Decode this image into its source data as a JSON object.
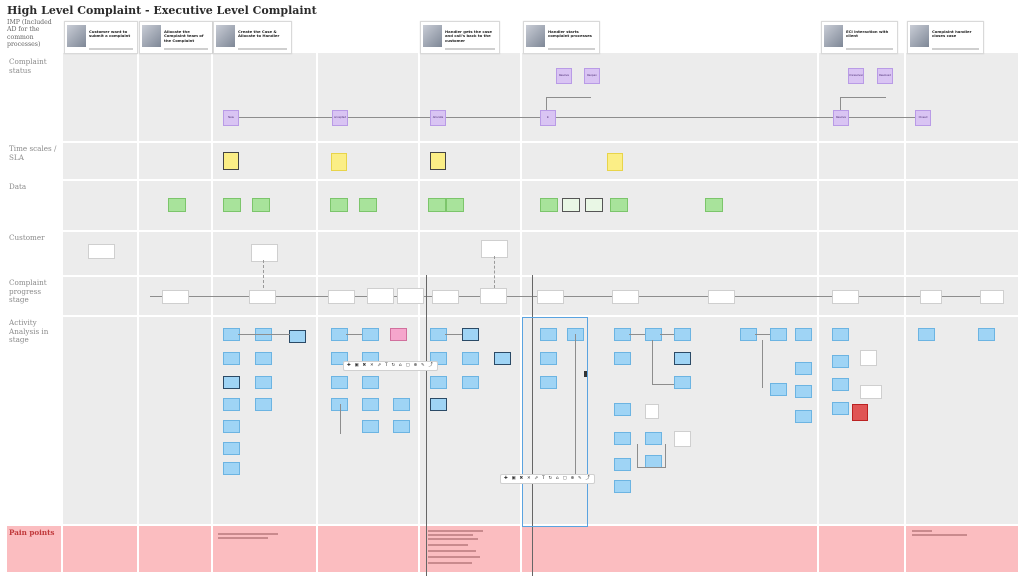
{
  "page": {
    "title": "High Level Complaint - Executive Level Complaint",
    "subtitle": "IMP (Included AD for the common processes)"
  },
  "rows": [
    {
      "label": "Complaint status"
    },
    {
      "label": "Time scales / SLA"
    },
    {
      "label": "Data"
    },
    {
      "label": "Customer"
    },
    {
      "label": "Complaint progress stage"
    },
    {
      "label": "Activity Analysis in stage"
    },
    {
      "label": "Pain points"
    }
  ],
  "headers": [
    {
      "text": "Customer want to submit a complaint"
    },
    {
      "text": "Allocate the Complaint team of the Complaint"
    },
    {
      "text": "Create the Case & Allocate to Handler"
    },
    {
      "text": "Handler gets the case and call's back to the customer"
    },
    {
      "text": "Handler starts complaint processes"
    },
    {
      "text": "ECI interaction with client"
    },
    {
      "text": "Complaint handler closes case"
    }
  ],
  "statuses": [
    "New",
    "Accepted",
    "Allocate",
    "In Progress",
    "Resolve",
    "Reopen",
    "Resolve",
    "Closed",
    "Unresolved",
    "Resolved"
  ],
  "toolbar_glyphs": [
    "✚",
    "▣",
    "✖",
    "✕",
    "⇗",
    "T",
    "↻",
    "⌂",
    "▢",
    "⊕",
    "✎",
    "⤴"
  ],
  "colors": {
    "lane_bg": "#ececec",
    "pain_bg": "#fbbdc0",
    "status_sticky": "#d9c4f3",
    "sla_sticky": "#fbee86",
    "data_sticky": "#a8e39b",
    "activity_sticky": "#9fd4f5",
    "alert_sticky": "#e05555"
  }
}
